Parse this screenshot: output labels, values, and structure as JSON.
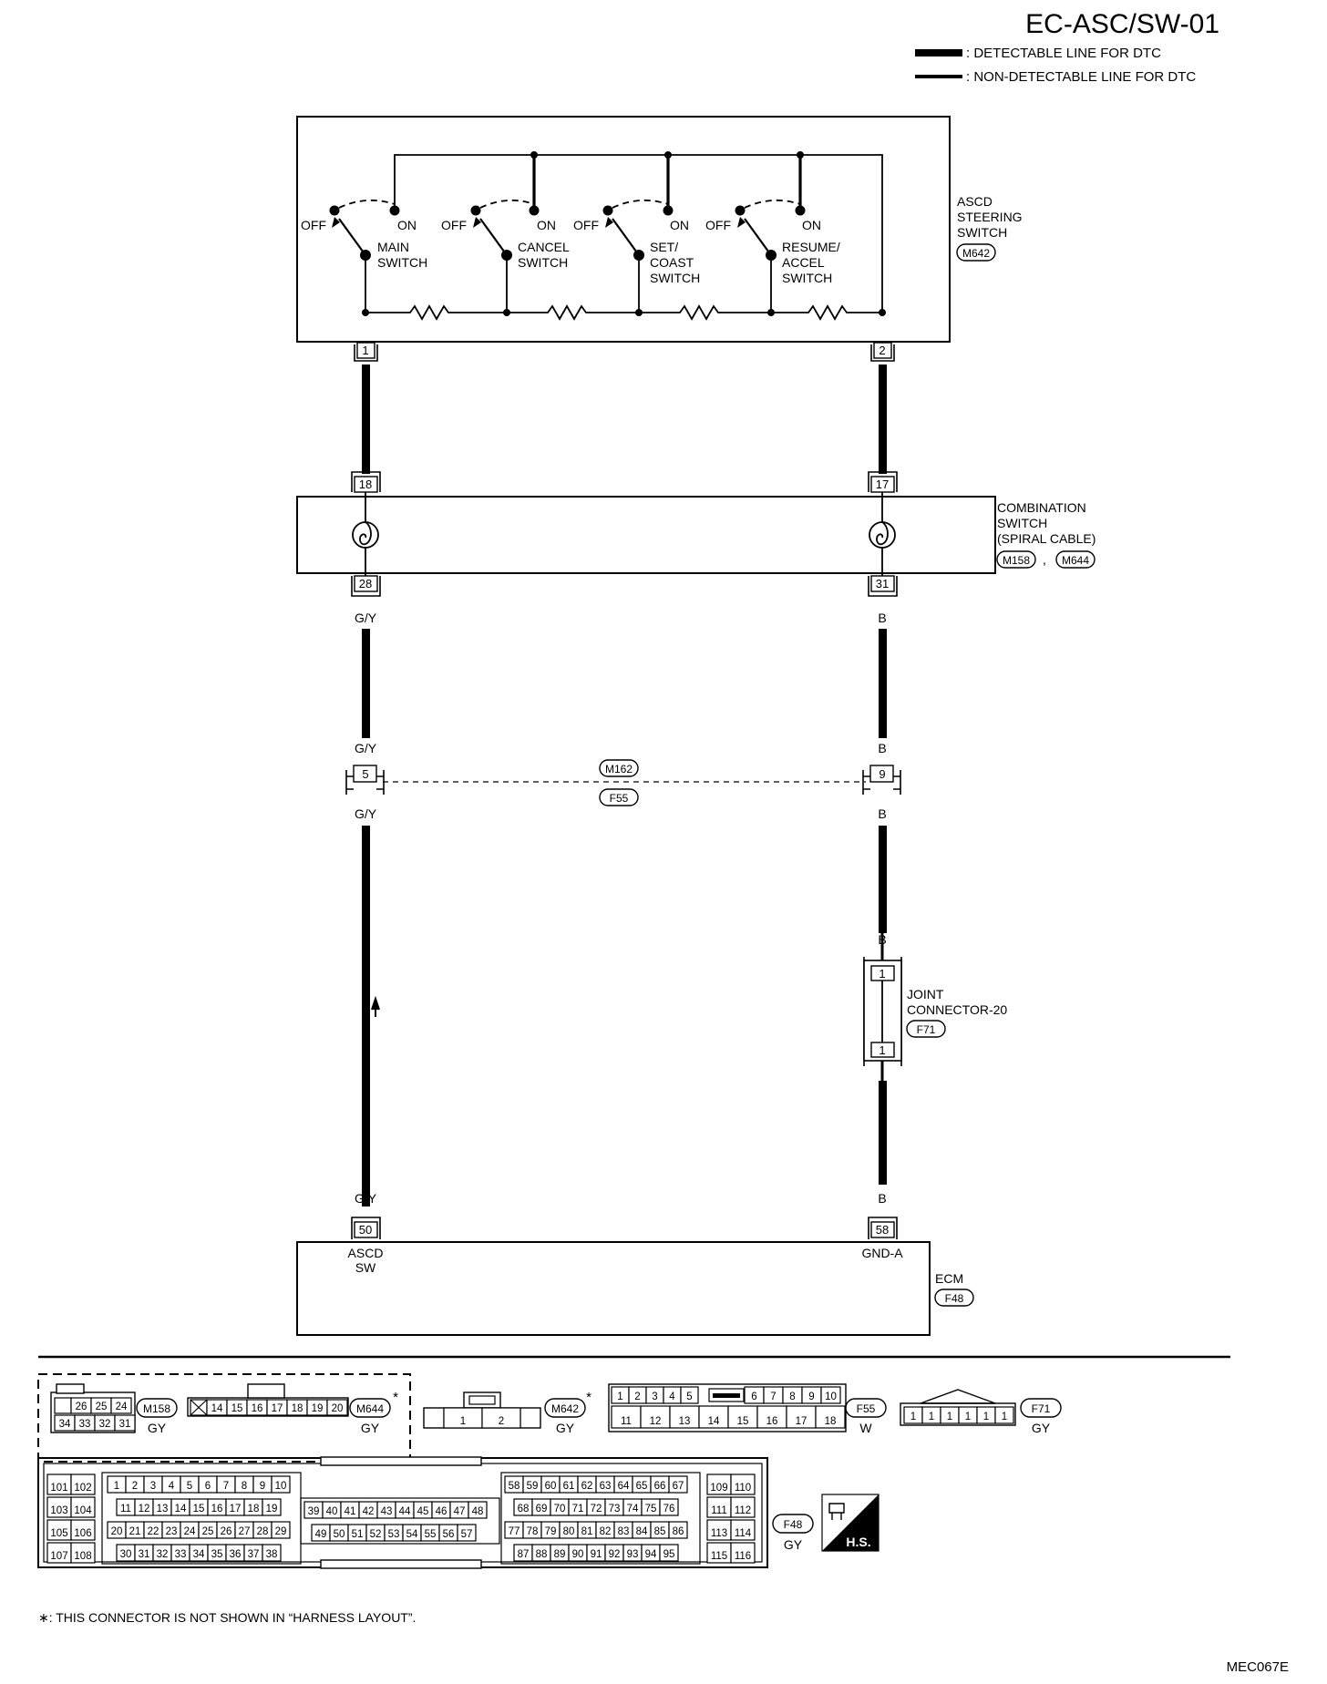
{
  "header": {
    "title": "EC-ASC/SW-01",
    "legend": [
      {
        "label": ": DETECTABLE LINE FOR DTC",
        "style": "thick"
      },
      {
        "label": ": NON-DETECTABLE LINE FOR DTC",
        "style": "thin"
      }
    ]
  },
  "steering_switch": {
    "name_lines": [
      "ASCD",
      "STEERING",
      "SWITCH"
    ],
    "connector": "M642",
    "off_label": "OFF",
    "on_label": "ON",
    "switches": [
      {
        "name_lines": [
          "MAIN",
          "SWITCH"
        ]
      },
      {
        "name_lines": [
          "CANCEL",
          "SWITCH"
        ]
      },
      {
        "name_lines": [
          "SET/",
          "COAST",
          "SWITCH"
        ]
      },
      {
        "name_lines": [
          "RESUME/",
          "ACCEL",
          "SWITCH"
        ]
      }
    ],
    "pin_left": "1",
    "pin_right": "2"
  },
  "combination_switch": {
    "name_lines": [
      "COMBINATION",
      "SWITCH",
      "(SPIRAL CABLE)"
    ],
    "connectors": [
      "M158",
      "M644"
    ],
    "separator": ",",
    "pins_top": [
      "18",
      "17"
    ],
    "pins_bottom": [
      "28",
      "31"
    ]
  },
  "wires": {
    "left_color": "G/Y",
    "right_color": "B"
  },
  "inline_connector": {
    "top_code": "M162",
    "bottom_code": "F55",
    "left_pin": "5",
    "right_pin": "9"
  },
  "joint_connector": {
    "name_lines": [
      "JOINT",
      "CONNECTOR-20"
    ],
    "code": "F71",
    "pin_top": "1",
    "pin_bottom": "1"
  },
  "ecm": {
    "name": "ECM",
    "code": "F48",
    "pin_left": "50",
    "pin_right": "58",
    "label_left_lines": [
      "ASCD",
      "SW"
    ],
    "label_right": "GND-A"
  },
  "connector_views": {
    "m158": {
      "code": "M158",
      "color": "GY",
      "row1": [
        "26",
        "25",
        "24"
      ],
      "row2": [
        "34",
        "33",
        "32",
        "31"
      ]
    },
    "m644": {
      "code": "M644",
      "color": "GY",
      "star": "*",
      "row1": [
        "14",
        "15",
        "16",
        "17",
        "18",
        "19",
        "20"
      ]
    },
    "m642": {
      "code": "M642",
      "color": "GY",
      "star": "*",
      "pins": [
        "1",
        "2"
      ]
    },
    "f55": {
      "code": "F55",
      "color": "W",
      "row1": [
        "1",
        "2",
        "3",
        "4",
        "5",
        "6",
        "7",
        "8",
        "9",
        "10"
      ],
      "row2": [
        "11",
        "12",
        "13",
        "14",
        "15",
        "16",
        "17",
        "18"
      ]
    },
    "f71": {
      "code": "F71",
      "color": "GY",
      "pins": [
        "1",
        "1",
        "1",
        "1",
        "1",
        "1"
      ]
    },
    "f48": {
      "code": "F48",
      "color": "GY",
      "lb_rows": [
        [
          "101",
          "102"
        ],
        [
          "103",
          "104"
        ],
        [
          "105",
          "106"
        ],
        [
          "107",
          "108"
        ]
      ],
      "lm_rows": [
        [
          "1",
          "2",
          "3",
          "4",
          "5",
          "6",
          "7",
          "8",
          "9",
          "10"
        ],
        [
          "11",
          "12",
          "13",
          "14",
          "15",
          "16",
          "17",
          "18",
          "19"
        ],
        [
          "20",
          "21",
          "22",
          "23",
          "24",
          "25",
          "26",
          "27",
          "28",
          "29"
        ],
        [
          "30",
          "31",
          "32",
          "33",
          "34",
          "35",
          "36",
          "37",
          "38"
        ]
      ],
      "c_rows": [
        [
          "39",
          "40",
          "41",
          "42",
          "43",
          "44",
          "45",
          "46",
          "47",
          "48"
        ],
        [
          "49",
          "50",
          "51",
          "52",
          "53",
          "54",
          "55",
          "56",
          "57"
        ]
      ],
      "rm_rows": [
        [
          "58",
          "59",
          "60",
          "61",
          "62",
          "63",
          "64",
          "65",
          "66",
          "67"
        ],
        [
          "68",
          "69",
          "70",
          "71",
          "72",
          "73",
          "74",
          "75",
          "76"
        ],
        [
          "77",
          "78",
          "79",
          "80",
          "81",
          "82",
          "83",
          "84",
          "85",
          "86"
        ],
        [
          "87",
          "88",
          "89",
          "90",
          "91",
          "92",
          "93",
          "94",
          "95"
        ]
      ],
      "rb_rows": [
        [
          "109",
          "110"
        ],
        [
          "111",
          "112"
        ],
        [
          "113",
          "114"
        ],
        [
          "115",
          "116"
        ]
      ]
    }
  },
  "hs_badge": "H.S.",
  "footnote": "∗: THIS CONNECTOR IS NOT SHOWN IN “HARNESS LAYOUT”.",
  "figure_code": "MEC067E"
}
